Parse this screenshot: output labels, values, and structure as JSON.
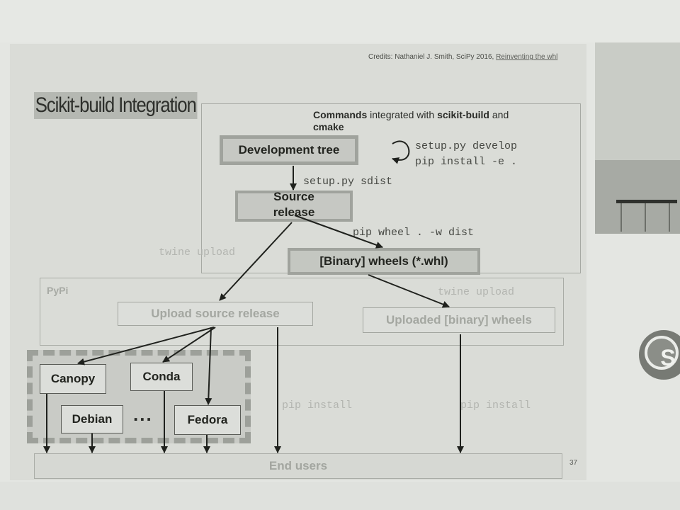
{
  "credits": {
    "prefix": "Credits: Nathaniel J. Smith, SciPy 2016, ",
    "link_text": "Reinventing the whl"
  },
  "title": "Scikit-build Integration",
  "commands_header": {
    "bold1": "Commands",
    "text1": " integrated with ",
    "bold2": "scikit-build",
    "text2": "  and",
    "line2": "cmake"
  },
  "nodes": {
    "development_tree": "Development  tree",
    "source_release_line1": "Source",
    "source_release_line2": "release",
    "binary_wheels": "[Binary] wheels (*.whl)",
    "pypi": "PyPi",
    "upload_source_release": "Upload source release",
    "uploaded_binary_wheels": "Uploaded [binary] wheels",
    "canopy": "Canopy",
    "conda": "Conda",
    "debian": "Debian",
    "ellipsis": "...",
    "fedora": "Fedora",
    "end_users": "End users"
  },
  "edge_labels": {
    "develop_line1": "setup.py develop",
    "develop_line2": "pip install -e .",
    "sdist": "setup.py sdist",
    "pip_wheel": "pip wheel . -w dist",
    "twine_upload_left": "twine upload",
    "twine_upload_right": "twine upload",
    "pip_install_left": "pip install",
    "pip_install_right": "pip install"
  },
  "page_number": "37",
  "colors": {
    "slide_bg": "#dadcd7",
    "highlight_box": "#a0a39d",
    "faded_text": "#a4a7a1",
    "arrow": "#1f211d"
  }
}
